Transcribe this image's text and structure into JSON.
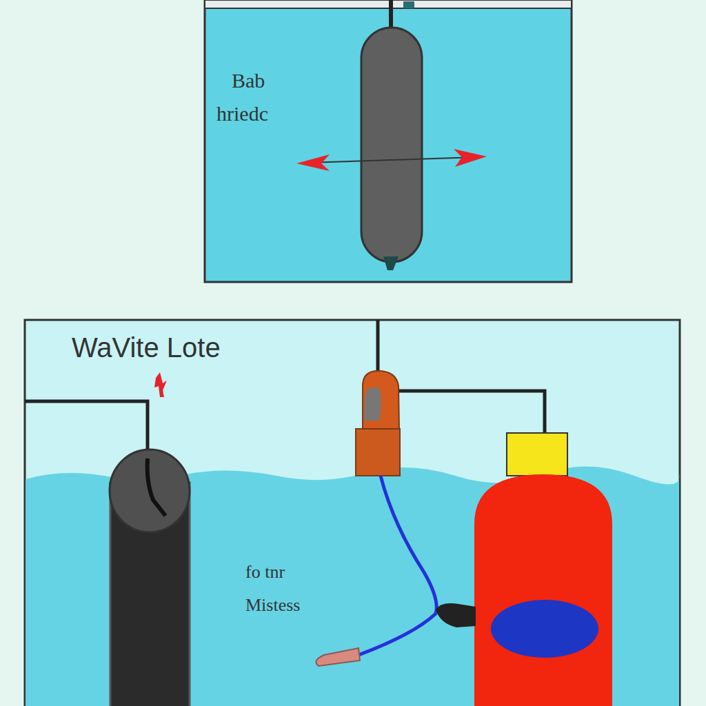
{
  "diagram": {
    "labels": [
      "Bab",
      "hriedc",
      "WaVite Lote",
      "fo tnr",
      "Mistess"
    ]
  }
}
